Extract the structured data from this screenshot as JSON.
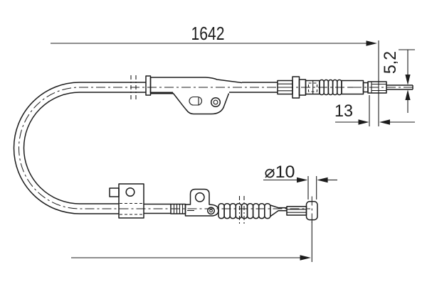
{
  "drawing": {
    "type": "technical-diagram",
    "subject": "Parking brake cable, two side views with dimension callouts",
    "colors": {
      "line": "#1c1c1c",
      "background": "#ffffff"
    },
    "dimensions": {
      "overall_length": "1642",
      "end_diameter": "5,2",
      "end_length": "13",
      "rod_diameter": "⌀10"
    }
  }
}
